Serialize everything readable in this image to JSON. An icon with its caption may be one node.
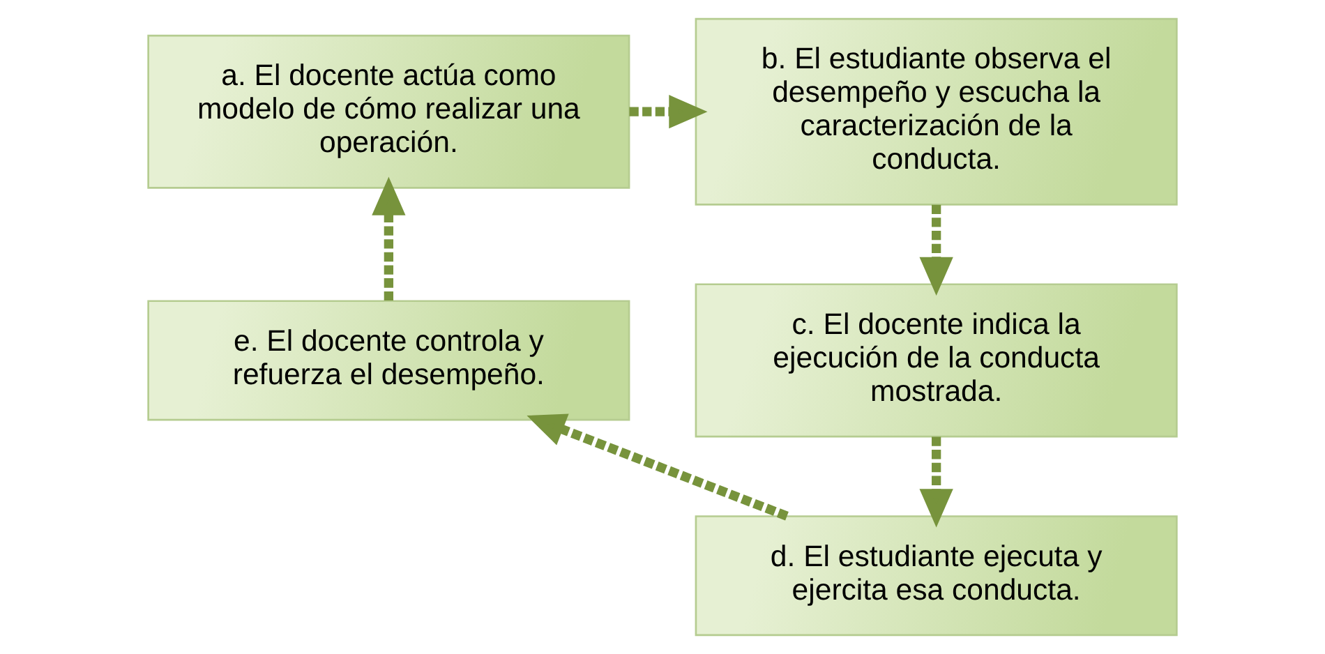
{
  "diagram": {
    "nodes": [
      {
        "text": [
          "a. El docente actúa como modelo de cómo realizar una operación."
        ]
      },
      {
        "text": [
          "b. El estudiante observa el desempeño y escucha la caracterización de la conducta."
        ]
      },
      {
        "text": [
          "c. El docente indica la ejecución de la conducta mostrada."
        ]
      },
      {
        "text": [
          "d. El estudiante ejecuta y ejercita esa conducta."
        ]
      },
      {
        "text": [
          "e. El docente controla y refuerza el desempeño."
        ]
      }
    ],
    "edges": [
      {
        "from": 0,
        "to": 1,
        "arrow": "to",
        "style": "dashed"
      },
      {
        "from": 1,
        "to": 2,
        "arrow": "to",
        "style": "dashed"
      },
      {
        "from": 2,
        "to": 3,
        "arrow": "to",
        "style": "dashed"
      },
      {
        "from": 3,
        "to": 4,
        "arrow": "to",
        "style": "dashed"
      },
      {
        "from": 4,
        "to": 0,
        "arrow": "to",
        "style": "dashed"
      }
    ]
  }
}
